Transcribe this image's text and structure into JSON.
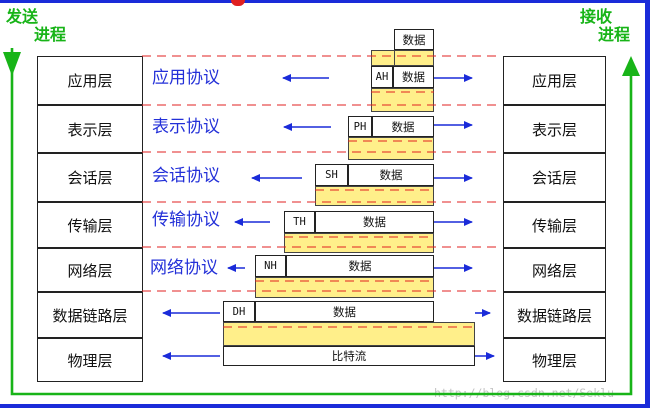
{
  "sender": {
    "line1": "发送",
    "line2": "进程"
  },
  "receiver": {
    "line1": "接收",
    "line2": "进程"
  },
  "layers": [
    {
      "name": "应用层",
      "protocol": "应用协议",
      "header": "AH"
    },
    {
      "name": "表示层",
      "protocol": "表示协议",
      "header": "PH"
    },
    {
      "name": "会话层",
      "protocol": "会话协议",
      "header": "SH"
    },
    {
      "name": "传输层",
      "protocol": "传输协议",
      "header": "TH"
    },
    {
      "name": "网络层",
      "protocol": "网络协议",
      "header": "NH"
    },
    {
      "name": "数据链路层",
      "protocol": "",
      "header": "DH"
    },
    {
      "name": "物理层",
      "protocol": "",
      "header": ""
    }
  ],
  "data_label": "数据",
  "bitstream_label": "比特流",
  "watermark": "http://blog.csdn.net/Seklu",
  "colors": {
    "frame": "#1a2bd9",
    "process": "#18b418",
    "protocol": "#2330d8",
    "dashed": "#e02020",
    "packet": "#ffef8a"
  }
}
